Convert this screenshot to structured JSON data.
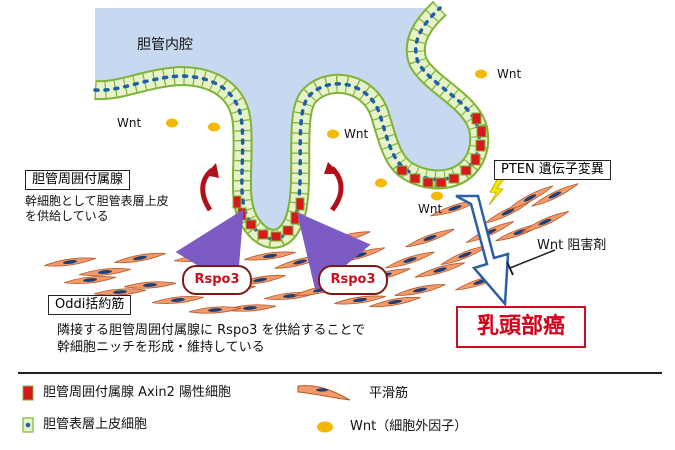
{
  "labels": {
    "duct_lumen": "胆管内腔",
    "gland_box": "胆管周囲付属腺",
    "gland_desc_1": "幹細胞として胆管表層上皮",
    "gland_desc_2": "を供給している",
    "oddi_box": "Oddi括約筋",
    "oddi_desc_1": "隣接する胆管周囲付属腺に Rspo3 を供給することで",
    "oddi_desc_2": "幹細胞ニッチを形成・維持している",
    "pten_box": "PTEN 遺伝子変異",
    "wnt_inhibitor": "Wnt 阻害剤",
    "cancer": "乳頭部癌",
    "rspo3": "Rspo3",
    "wnt": "Wnt"
  },
  "legend": {
    "axin2_cell": "胆管周囲付属腺 Axin2 陽性細胞",
    "epithelial_cell": "胆管表層上皮細胞",
    "smooth_muscle": "平滑筋",
    "wnt_factor": "Wnt（細胞外因子）"
  },
  "colors": {
    "lumen": "#c6d9f0",
    "epithelium_fill": "#e6f3c8",
    "epithelium_border": "#7fb236",
    "nucleus": "#1f5fa8",
    "axin2": "#d7191c",
    "smooth_muscle": "#f29a6a",
    "smooth_muscle_dark": "#b85a2a",
    "muscle_nucleus": "#1d3f77",
    "wnt": "#f5b800",
    "arrow_purple": "#7c5cc4",
    "arrow_red": "#d7191c",
    "arrow_blue": "#2d5fa8",
    "cancer_red": "#d4001a"
  }
}
